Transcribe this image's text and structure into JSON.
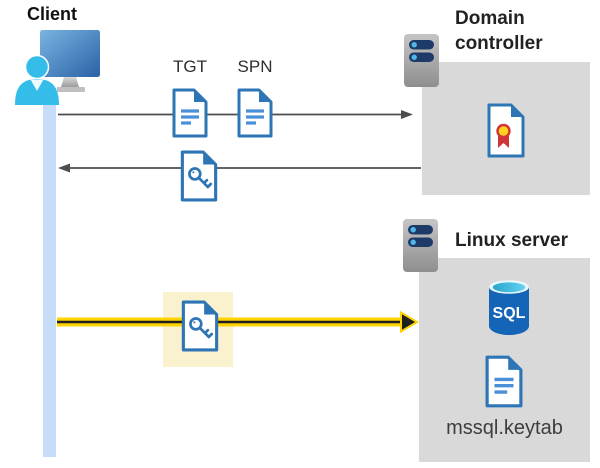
{
  "client": {
    "label": "Client"
  },
  "tickets": {
    "tgt_label": "TGT",
    "spn_label": "SPN"
  },
  "domain_controller": {
    "label": "Domain controller"
  },
  "linux_server": {
    "label": "Linux server",
    "sql_icon_text": "SQL",
    "keytab_label": "mssql.keytab"
  },
  "colors": {
    "doc-blue": "#2E75B6",
    "doc-line-blue": "#4A90D9",
    "box-gray": "#D9D9D9",
    "timeline-blue": "#C5DDF8",
    "arrow-gray": "#4D4D4D",
    "arrow-yellow": "#FFD400",
    "highlight-cream": "#FAF2CF",
    "server-navy": "#1E3A68",
    "server-dot-blue": "#4FB8E8",
    "sql-blue": "#1464B7",
    "cert-red": "#D13438",
    "cert-yellow": "#FFD21E",
    "person-cyan": "#35BDE9"
  }
}
